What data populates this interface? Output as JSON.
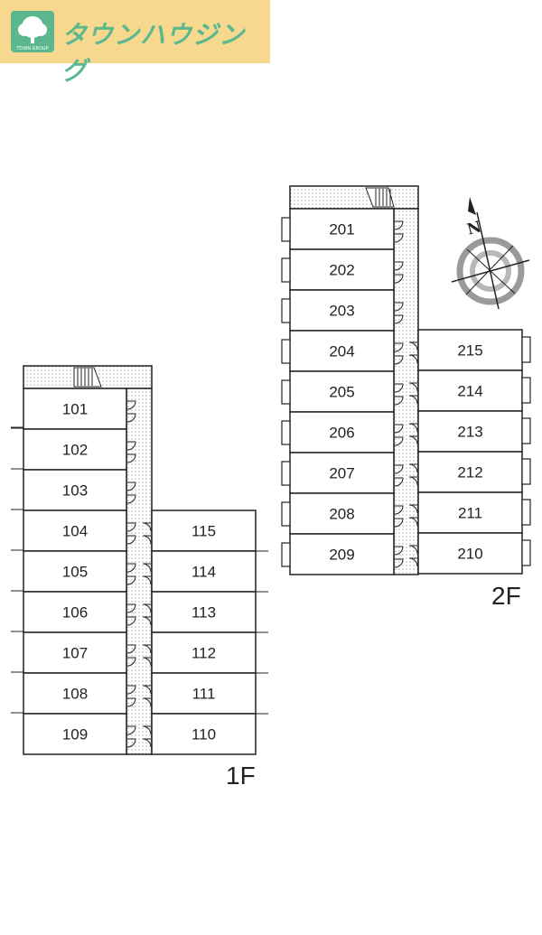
{
  "brand": {
    "name": "タウンハウジング",
    "sublabel": "TOWN GROUP",
    "color": "#5bb88e",
    "bar_color": "#f6d98f"
  },
  "compass": {
    "north_label": "N"
  },
  "floor1": {
    "label": "1F",
    "west_units": [
      "101",
      "102",
      "103",
      "104",
      "105",
      "106",
      "107",
      "108",
      "109"
    ],
    "east_units": [
      "115",
      "114",
      "113",
      "112",
      "111",
      "110"
    ]
  },
  "floor2": {
    "label": "2F",
    "west_units": [
      "201",
      "202",
      "203",
      "204",
      "205",
      "206",
      "207",
      "208",
      "209"
    ],
    "east_units": [
      "215",
      "214",
      "213",
      "212",
      "211",
      "210"
    ]
  }
}
